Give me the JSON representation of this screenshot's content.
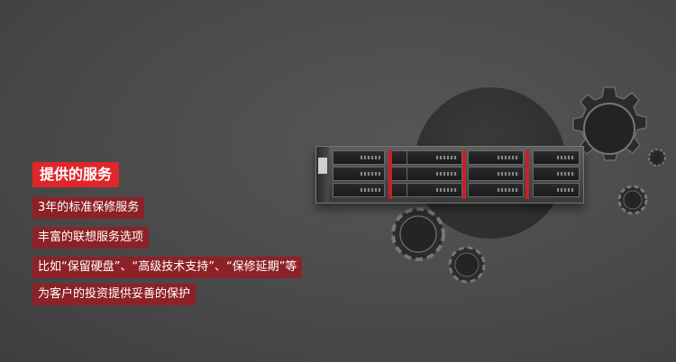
{
  "services": {
    "title": "提供的服务",
    "items": [
      "3年的标准保修服务",
      "丰富的联想服务选项",
      "比如“保留硬盘”、“高级技术支持”、“保修延期”等",
      "为客户的投资提供妥善的保护"
    ]
  },
  "colors": {
    "title_bg": "#e0262b",
    "item_bg": "#8c2227",
    "background": "#4a4a4a"
  }
}
